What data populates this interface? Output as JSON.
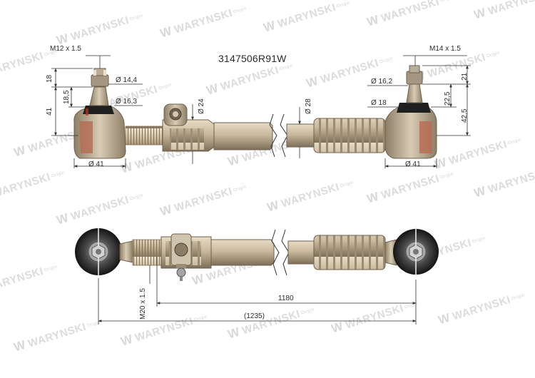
{
  "part_number": "3147506R91W",
  "watermark": {
    "brand": "WARYNSKI",
    "logo_mark": "W",
    "subtitle": "Origin"
  },
  "dimensions": {
    "left_thread": "M12 x 1.5",
    "right_thread": "M14 x 1.5",
    "left_height_top": "18",
    "left_height_mid": "18,5",
    "left_height_total": "41",
    "left_dia_top": "Ø 14,4",
    "left_dia_base": "Ø 16,3",
    "left_ball_dia": "Ø 41",
    "clamp_dia": "Ø 24",
    "tube_dia": "Ø 28",
    "right_dia_top": "Ø 16,2",
    "right_dia_base": "Ø 18",
    "right_ball_dia": "Ø 41",
    "right_height_top": "21",
    "right_height_mid": "22,5",
    "right_height_total": "42,5",
    "adjust_thread": "M20 x 1.5",
    "length_centers": "1180",
    "length_total": "(1235)"
  },
  "colors": {
    "metal": "#c4b49a",
    "metal_dark": "#8a7a62",
    "rubber": "#202020",
    "line": "#333333",
    "watermark": "#dcdcdc"
  }
}
